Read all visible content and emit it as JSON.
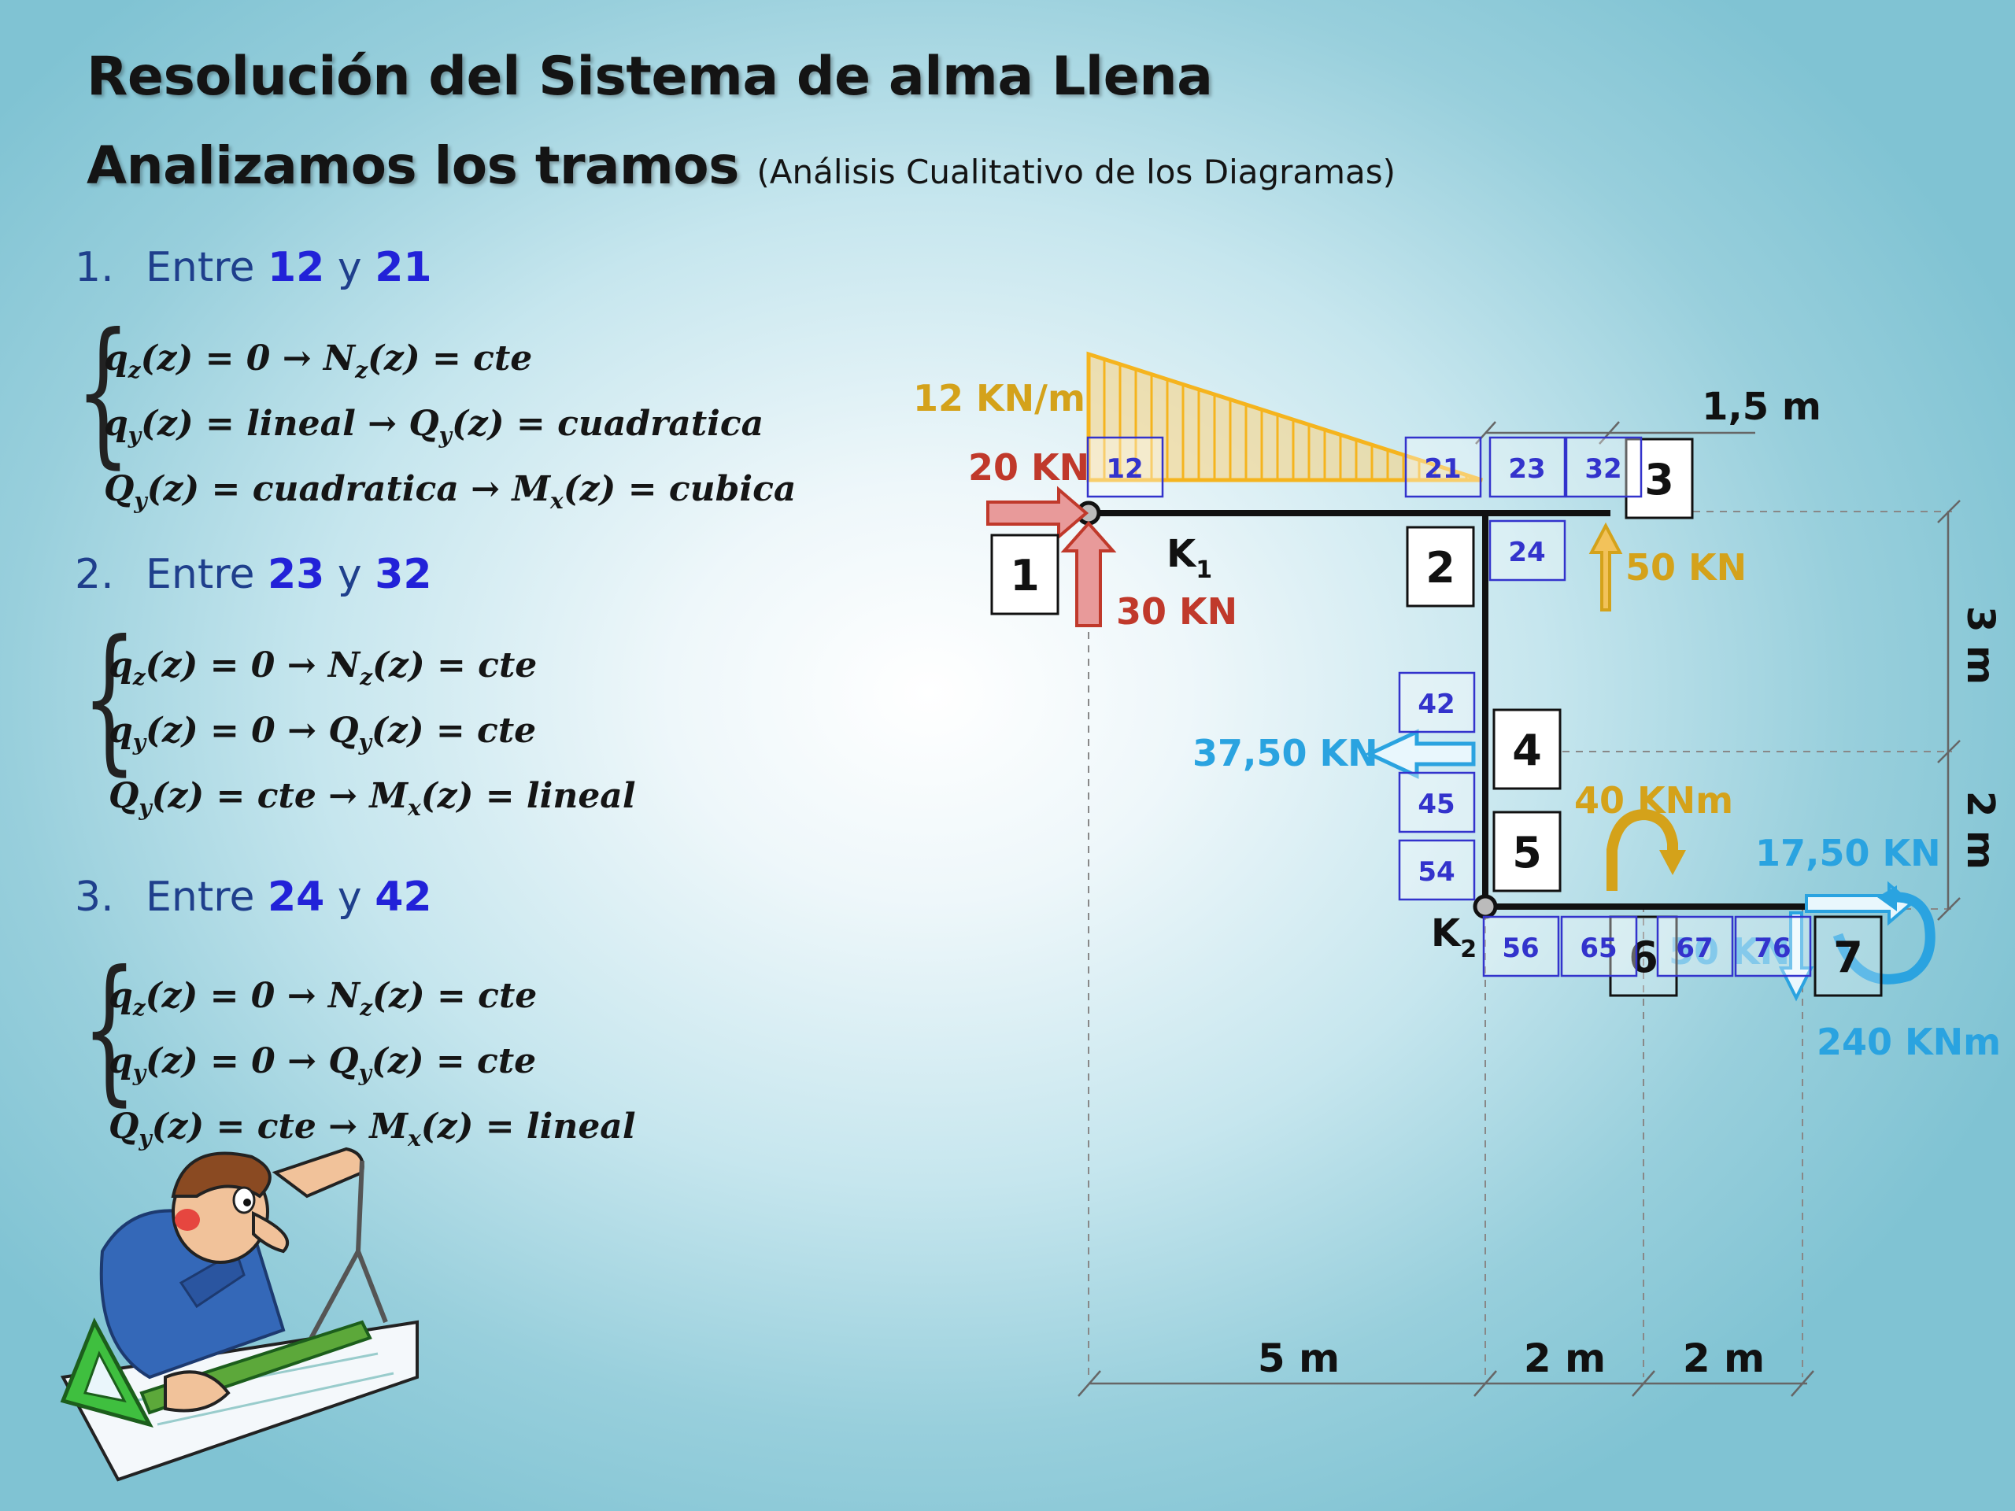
{
  "title": "Resolución del Sistema de alma Llena",
  "subtitle": {
    "main": "Analizamos los tramos",
    "note": "(Análisis Cualitativo de los Diagramas)"
  },
  "sections": [
    {
      "number": "1.",
      "word": "Entre",
      "from": "12",
      "join": "y",
      "to": "21",
      "lines": [
        [
          "q",
          "z",
          "(z) = 0  → N",
          "z",
          "(z) = cte"
        ],
        [
          "q",
          "y",
          "(z) = lineal → Q",
          "y",
          "(z) = cuadratica"
        ],
        [
          "Q",
          "y",
          "(z) = cuadratica → M",
          "x",
          "(z) = cubica"
        ]
      ]
    },
    {
      "number": "2.",
      "word": "Entre",
      "from": "23",
      "join": "y",
      "to": "32",
      "lines": [
        [
          "q",
          "z",
          "(z) = 0  → N",
          "z",
          "(z) = cte"
        ],
        [
          "q",
          "y",
          "(z) = 0  →  Q",
          "y",
          "(z) = cte"
        ],
        [
          "Q",
          "y",
          "(z) = cte  → M",
          "x",
          "(z) = lineal"
        ]
      ]
    },
    {
      "number": "3.",
      "word": "Entre",
      "from": "24",
      "join": "y",
      "to": "42",
      "lines": [
        [
          "q",
          "z",
          "(z) = 0  → N",
          "z",
          "(z) = cte"
        ],
        [
          "q",
          "y",
          "(z) = 0  →  Q",
          "y",
          "(z) = cte"
        ],
        [
          "Q",
          "y",
          "(z) = cte  → M",
          "x",
          "(z) = lineal"
        ]
      ]
    }
  ],
  "diagram": {
    "loads": {
      "distributed": "12 KN/m",
      "horizontal_1": "20 KN",
      "vertical_1": "30 KN",
      "vertical_3": "50 KN",
      "horizontal_4": "37,50 KN",
      "moment_5": "40 KNm",
      "horizontal_7": "17,50 KN",
      "vertical_7": "50 KN",
      "moment_7": "240 KNm"
    },
    "joints": {
      "k1": "K",
      "k1_sub": "1",
      "k2": "K",
      "k2_sub": "2"
    },
    "nodes": [
      "1",
      "2",
      "3",
      "4",
      "5",
      "6",
      "7"
    ],
    "segment_labels": [
      "12",
      "21",
      "23",
      "32",
      "24",
      "42",
      "45",
      "54",
      "56",
      "65",
      "67",
      "76"
    ],
    "dimensions": {
      "top": "1,5 m",
      "right_upper": "3 m",
      "right_lower": "2 m",
      "bottom_1": "5 m",
      "bottom_2": "2 m",
      "bottom_3": "2 m"
    },
    "colors": {
      "distributed": "#f5b41e",
      "reaction": "#c0392b",
      "applied_gold": "#d4a21a",
      "applied_blue": "#2aa3e0",
      "segment_box": "#3333cc",
      "member": "#111111"
    }
  }
}
